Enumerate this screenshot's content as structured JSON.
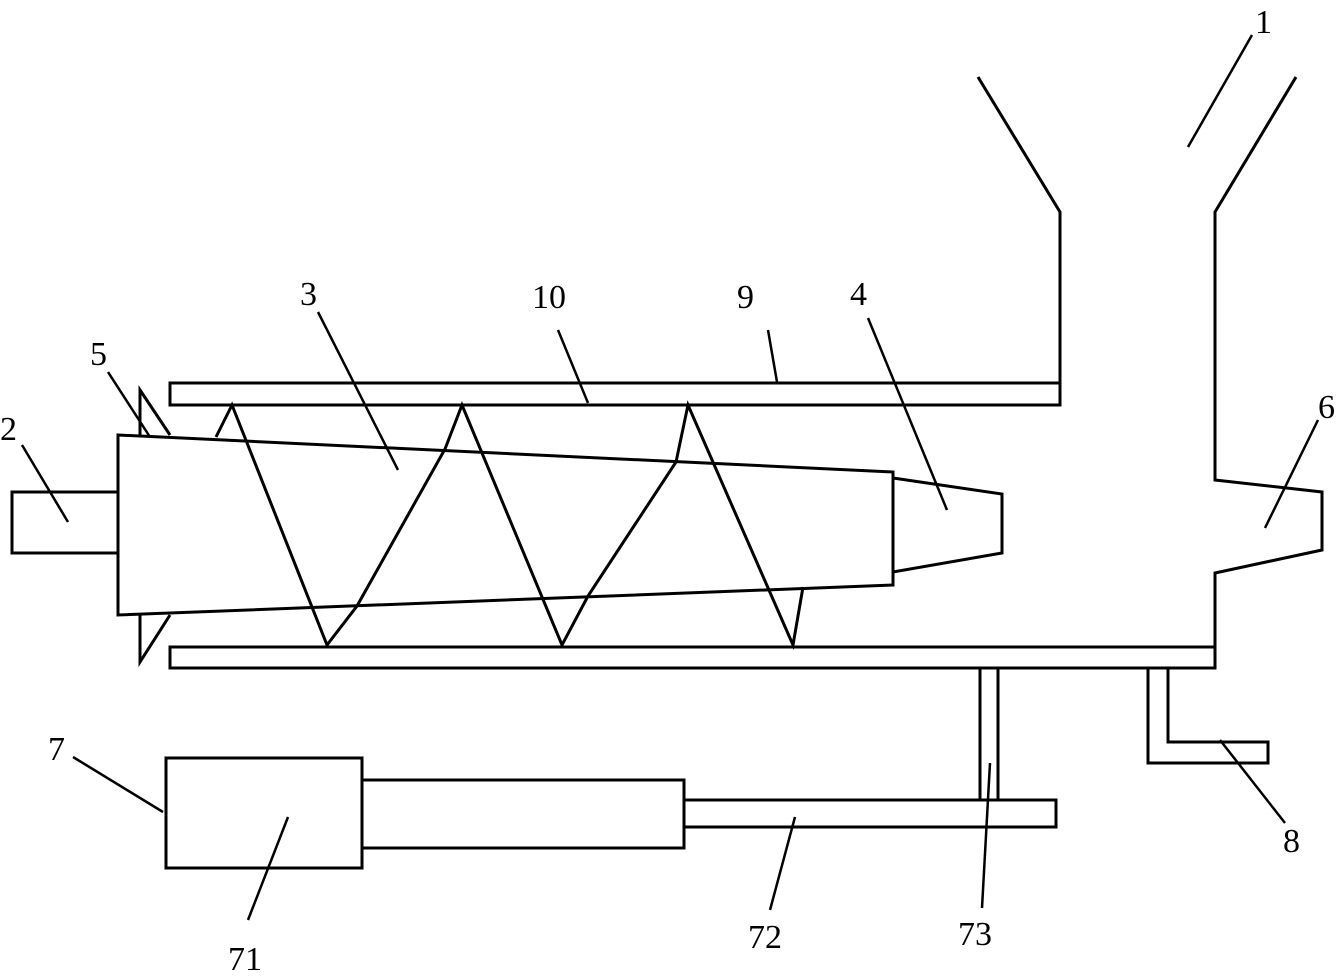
{
  "labels": {
    "feed_hopper": "1",
    "motor_shaft": "2",
    "screw_core": "3",
    "core_tip": "4",
    "rear_flange": "5",
    "outlet_nozzle": "6",
    "actuator": "7",
    "actuator_body": "71",
    "piston_rod": "72",
    "connecting_rod": "73",
    "drain_pipe": "8",
    "barrel": "9",
    "screw_flight": "10"
  }
}
